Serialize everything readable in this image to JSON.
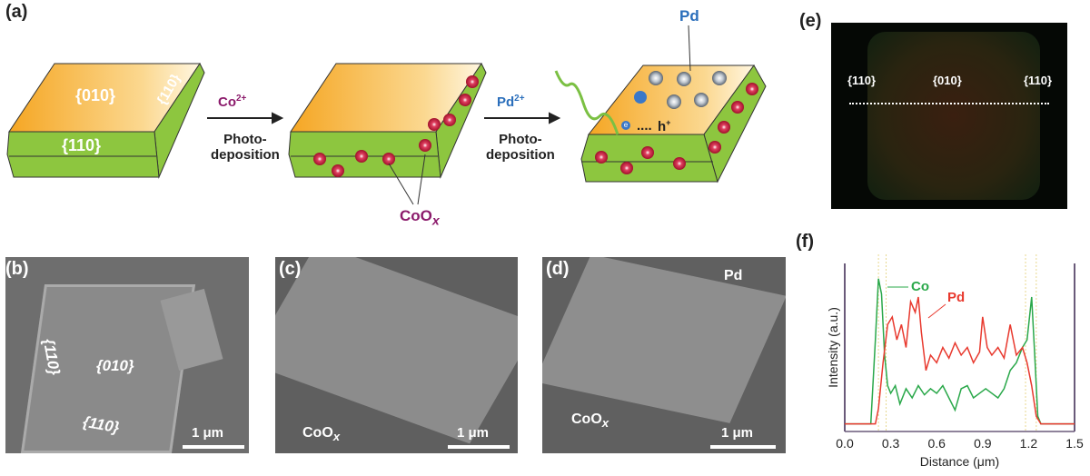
{
  "panels": {
    "a": "(a)",
    "b": "(b)",
    "c": "(c)",
    "d": "(d)",
    "e": "(e)",
    "f": "(f)"
  },
  "schematic": {
    "facet_010": "{010}",
    "facet_110_side": "{110}",
    "facet_110_front": "{110}",
    "step1_ion": "Co",
    "step1_ion_charge": "2+",
    "step1_label_1": "Photo-",
    "step1_label_2": "deposition",
    "step2_ion": "Pd",
    "step2_ion_charge": "2+",
    "step2_label_1": "Photo-",
    "step2_label_2": "deposition",
    "coox_label": "CoO",
    "coox_sub": "x",
    "pd_label": "Pd",
    "hole": "h",
    "hole_sup": "+",
    "dots": "....",
    "electron": "e"
  },
  "sem": {
    "b": {
      "facet_110_left": "{110}",
      "facet_010": "{010}",
      "facet_110_bottom": "{110}",
      "scale": "1 μm"
    },
    "c": {
      "label": "CoO",
      "sub": "x",
      "scale": "1 μm"
    },
    "d": {
      "pd": "Pd",
      "label": "CoO",
      "sub": "x",
      "scale": "1 μm"
    }
  },
  "map": {
    "left": "{110}",
    "center": "{010}",
    "right": "{110}"
  },
  "colors": {
    "green": "#8dc63f",
    "orange": "#f7a823",
    "co": "#2aa84a",
    "pd": "#e8392e",
    "purple": "#8b1a6b",
    "blue": "#2a6ebb"
  },
  "chart_data": {
    "type": "line",
    "xlabel": "Distance (μm)",
    "ylabel": "Intensity (a.u.)",
    "xlim": [
      0,
      1.5
    ],
    "ylim": [
      0,
      1.1
    ],
    "xticks": [
      "0.0",
      "0.3",
      "0.6",
      "0.9",
      "1.2",
      "1.5"
    ],
    "series": [
      {
        "name": "Co",
        "color": "#2aa84a",
        "x": [
          0,
          0.1,
          0.17,
          0.2,
          0.22,
          0.24,
          0.26,
          0.28,
          0.3,
          0.33,
          0.36,
          0.4,
          0.44,
          0.48,
          0.52,
          0.56,
          0.6,
          0.64,
          0.68,
          0.72,
          0.76,
          0.8,
          0.84,
          0.88,
          0.92,
          0.96,
          1.0,
          1.04,
          1.08,
          1.12,
          1.16,
          1.19,
          1.22,
          1.24,
          1.26,
          1.28,
          1.35,
          1.5
        ],
        "y": [
          0.05,
          0.05,
          0.05,
          0.6,
          1.0,
          0.9,
          0.5,
          0.3,
          0.25,
          0.3,
          0.18,
          0.28,
          0.22,
          0.3,
          0.24,
          0.28,
          0.25,
          0.3,
          0.22,
          0.14,
          0.28,
          0.3,
          0.22,
          0.25,
          0.28,
          0.25,
          0.22,
          0.28,
          0.4,
          0.45,
          0.55,
          0.6,
          0.88,
          0.5,
          0.1,
          0.05,
          0.05,
          0.05
        ]
      },
      {
        "name": "Pd",
        "color": "#e8392e",
        "x": [
          0,
          0.1,
          0.2,
          0.22,
          0.25,
          0.28,
          0.31,
          0.34,
          0.37,
          0.4,
          0.43,
          0.46,
          0.48,
          0.5,
          0.53,
          0.56,
          0.6,
          0.64,
          0.68,
          0.72,
          0.76,
          0.8,
          0.84,
          0.88,
          0.9,
          0.93,
          0.96,
          1.0,
          1.04,
          1.08,
          1.12,
          1.16,
          1.19,
          1.22,
          1.25,
          1.28,
          1.35,
          1.5
        ],
        "y": [
          0.05,
          0.05,
          0.05,
          0.15,
          0.45,
          0.7,
          0.75,
          0.6,
          0.7,
          0.55,
          0.85,
          0.78,
          0.88,
          0.65,
          0.4,
          0.5,
          0.45,
          0.55,
          0.48,
          0.58,
          0.5,
          0.55,
          0.45,
          0.52,
          0.75,
          0.55,
          0.5,
          0.55,
          0.48,
          0.7,
          0.5,
          0.55,
          0.45,
          0.3,
          0.1,
          0.05,
          0.05,
          0.05
        ]
      }
    ],
    "annotations": [
      "Co",
      "Pd"
    ]
  }
}
